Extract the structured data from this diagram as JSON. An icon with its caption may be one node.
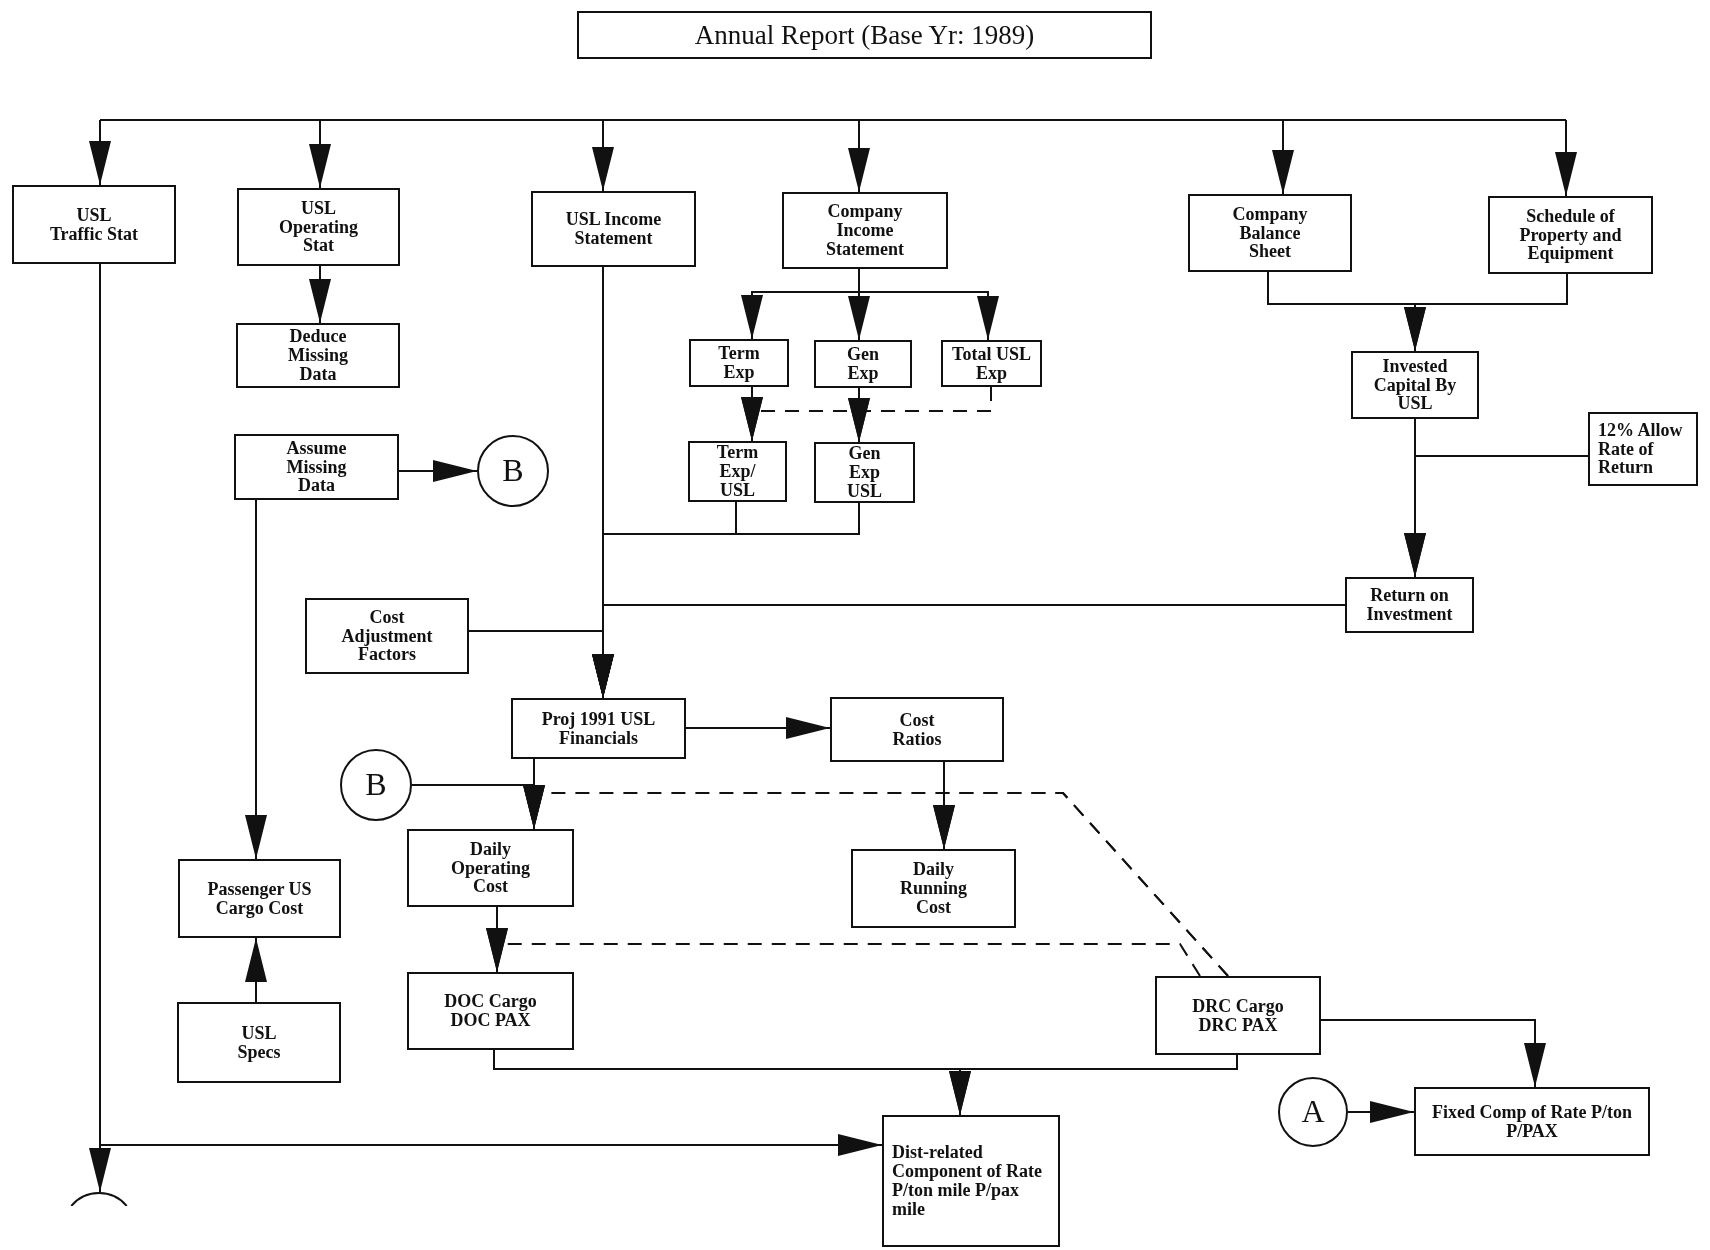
{
  "diagram": {
    "title": "Annual Report (Base Yr: 1989)",
    "nodes": [
      {
        "text": [
          "USL Traffic Stat"
        ]
      },
      {
        "text": [
          "USL Operating Stat"
        ]
      },
      {
        "text": [
          "USL Income Statement"
        ]
      },
      {
        "text": [
          "Company Income Statement"
        ]
      },
      {
        "text": [
          "Company Balance Sheet"
        ]
      },
      {
        "text": [
          "Schedule of Property and Equipment"
        ]
      },
      {
        "text": [
          "Deduce Missing Data"
        ]
      },
      {
        "text": [
          "Term Exp"
        ]
      },
      {
        "text": [
          "Gen Exp"
        ]
      },
      {
        "text": [
          "Total USL Exp"
        ]
      },
      {
        "text": [
          "Invested Capital By USL"
        ]
      },
      {
        "text": [
          "Assume Missing Data"
        ]
      },
      {
        "text": [
          "B"
        ]
      },
      {
        "text": [
          "Term Exp/ USL"
        ]
      },
      {
        "text": [
          "Gen Exp USL"
        ]
      },
      {
        "text": [
          "12% Allow Rate of Return"
        ]
      },
      {
        "text": [
          "Return on Investment"
        ]
      },
      {
        "text": [
          "Cost Adjustment Factors"
        ]
      },
      {
        "text": [
          "Proj 1991 USL Financials"
        ]
      },
      {
        "text": [
          "Cost Ratios"
        ]
      },
      {
        "text": [
          "B"
        ]
      },
      {
        "text": [
          "Daily Operating Cost"
        ]
      },
      {
        "text": [
          "Daily Running Cost"
        ]
      },
      {
        "text": [
          "Passenger US Cargo Cost"
        ]
      },
      {
        "text": [
          "DOC Cargo DOC PAX"
        ]
      },
      {
        "text": [
          "DRC Cargo DRC PAX"
        ]
      },
      {
        "text": [
          "USL Specs"
        ]
      },
      {
        "text": [
          "A"
        ]
      },
      {
        "text": [
          "Fixed Comp of Rate P/ton P/PAX"
        ]
      },
      {
        "text": [
          "Dist-related Component of Rate P/ton mile P/pax mile"
        ]
      },
      {
        "text": [],
        "shape": "circle"
      }
    ],
    "edges": [
      {
        "from": null,
        "to": 0,
        "arrow": "to"
      },
      {
        "from": null,
        "to": 1,
        "arrow": "to"
      },
      {
        "from": null,
        "to": 2,
        "arrow": "to"
      },
      {
        "from": null,
        "to": 3,
        "arrow": "to"
      },
      {
        "from": null,
        "to": 4,
        "arrow": "to"
      },
      {
        "from": null,
        "to": 5,
        "arrow": "to"
      },
      {
        "from": 1,
        "to": 6,
        "arrow": "to"
      },
      {
        "from": 3,
        "to": 7,
        "arrow": "to"
      },
      {
        "from": 3,
        "to": 8,
        "arrow": "to"
      },
      {
        "from": 3,
        "to": 9,
        "arrow": "to"
      },
      {
        "from": 7,
        "to": 13,
        "arrow": "to"
      },
      {
        "from": 8,
        "to": 14,
        "arrow": "to"
      },
      {
        "from": 9,
        "to": 14,
        "arrow": "to",
        "style": "dashed"
      },
      {
        "from": 9,
        "to": 13,
        "arrow": "to",
        "style": "dashed"
      },
      {
        "from": 13,
        "to": 18,
        "arrow": "to"
      },
      {
        "from": 14,
        "to": 18,
        "arrow": "to"
      },
      {
        "from": 2,
        "to": 18,
        "arrow": "to"
      },
      {
        "from": 4,
        "to": 10,
        "arrow": "to"
      },
      {
        "from": 5,
        "to": 10,
        "arrow": "to"
      },
      {
        "from": 10,
        "to": 16,
        "arrow": "to"
      },
      {
        "from": 15,
        "to": 16,
        "arrow": "to"
      },
      {
        "from": 16,
        "to": 18,
        "arrow": "to"
      },
      {
        "from": 17,
        "to": 18,
        "arrow": "to"
      },
      {
        "from": 11,
        "to": 12,
        "arrow": "to"
      },
      {
        "from": 11,
        "to": 23,
        "arrow": "to"
      },
      {
        "from": 26,
        "to": 23,
        "arrow": "to"
      },
      {
        "from": 18,
        "to": 19,
        "arrow": "to"
      },
      {
        "from": 18,
        "to": 21,
        "arrow": "to"
      },
      {
        "from": 20,
        "to": 21,
        "arrow": "to"
      },
      {
        "from": 19,
        "to": 22,
        "arrow": "to"
      },
      {
        "from": 25,
        "to": 22,
        "arrow": "to",
        "style": "dashed"
      },
      {
        "from": 25,
        "to": 21,
        "arrow": "to",
        "style": "dashed"
      },
      {
        "from": 25,
        "to": 24,
        "arrow": "to",
        "style": "dashed"
      },
      {
        "from": 21,
        "to": 24,
        "arrow": "to"
      },
      {
        "from": 24,
        "to": 29,
        "arrow": "to"
      },
      {
        "from": 25,
        "to": 29,
        "arrow": "to"
      },
      {
        "from": 25,
        "to": 28,
        "arrow": "to"
      },
      {
        "from": 27,
        "to": 28,
        "arrow": "to"
      },
      {
        "from": 0,
        "to": 29,
        "arrow": "to"
      },
      {
        "from": 0,
        "to": 30,
        "arrow": "to"
      }
    ]
  }
}
